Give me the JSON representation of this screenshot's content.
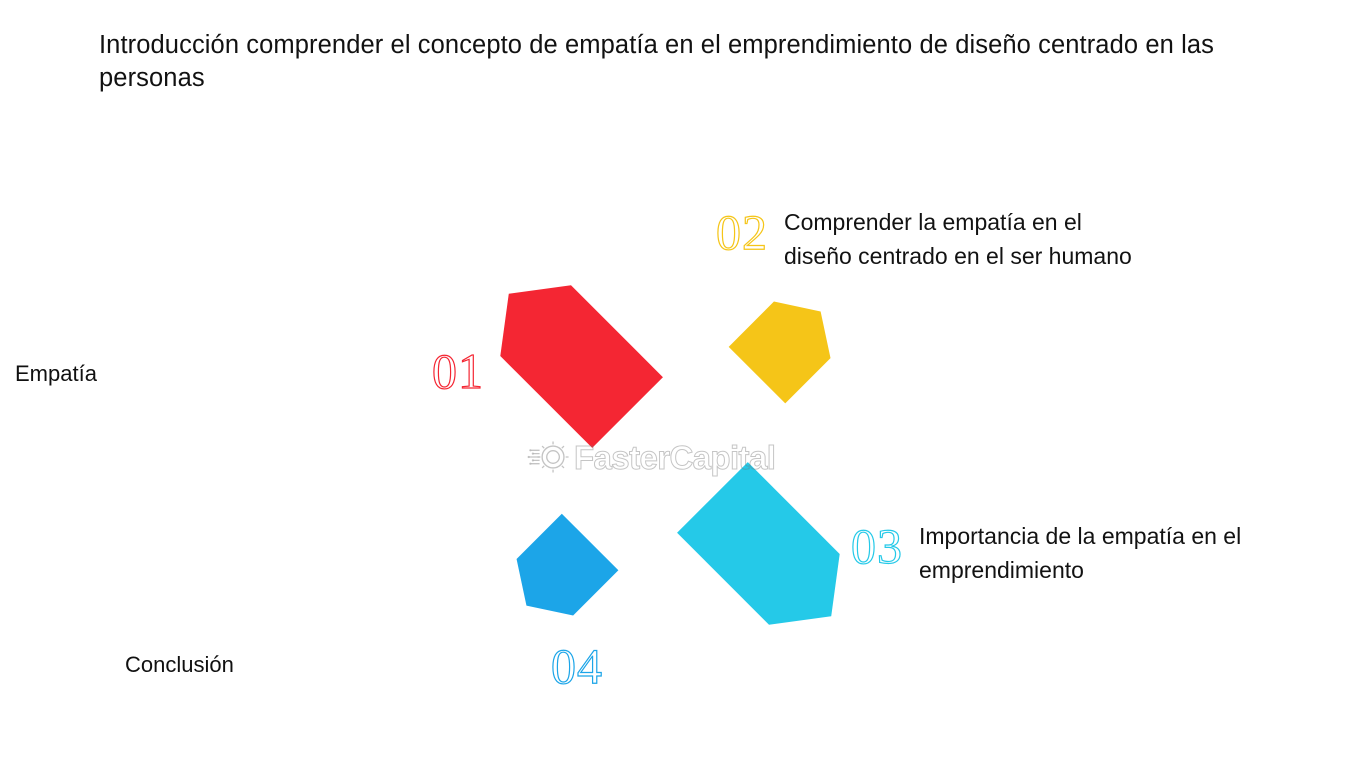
{
  "page": {
    "title": "Introducción comprender el concepto de empatía en el emprendimiento de diseño centrado en las personas",
    "background_color": "#ffffff"
  },
  "side_labels": [
    {
      "id": "empatia",
      "label": "Empatía"
    },
    {
      "id": "conclusion",
      "label": "Conclusión"
    }
  ],
  "diagram": {
    "type": "pinwheel",
    "arrow_count": 4,
    "arrows": [
      {
        "id": "arrow-01",
        "number": "01",
        "color": "#f42633",
        "direction": "up-left",
        "name": "red-arrow"
      },
      {
        "id": "arrow-02",
        "number": "02",
        "color": "#f5c518",
        "direction": "up-right",
        "name": "yellow-arrow"
      },
      {
        "id": "arrow-03",
        "number": "03",
        "color": "#25c9e8",
        "direction": "down-right",
        "name": "cyan-arrow"
      },
      {
        "id": "arrow-04",
        "number": "04",
        "color": "#1ca5e8",
        "direction": "down-left",
        "name": "blue-arrow"
      }
    ]
  },
  "callouts": [
    {
      "id": "callout-01",
      "number": "01",
      "color": "#f42633",
      "text": ""
    },
    {
      "id": "callout-02",
      "number": "02",
      "color": "#f5c518",
      "text": "Comprender la empatía en el\ndiseño centrado en el ser humano"
    },
    {
      "id": "callout-03",
      "number": "03",
      "color": "#25c9e8",
      "text": "Importancia de la empatía en el\nemprendimiento"
    },
    {
      "id": "callout-04",
      "number": "04",
      "color": "#1ca5e8",
      "text": ""
    }
  ],
  "watermark": {
    "text": "FasterCapital",
    "icon": "gear-circuit-icon",
    "color": "#787878"
  }
}
